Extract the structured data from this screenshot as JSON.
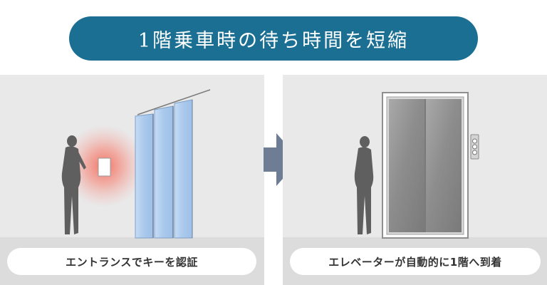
{
  "title": "1階乗車時の待ち時間を短縮",
  "steps": [
    {
      "caption": "エントランスでキーを認証"
    },
    {
      "caption": "エレベーターが自動的に1階へ到着"
    }
  ],
  "colors": {
    "title_bg": "#1a6f93",
    "panel_bg": "#e9e9ea",
    "arrow": "#6f7d94",
    "glow": "#f36b5c",
    "glass": "#a9c8ec",
    "silhouette": "#5f5f5f"
  },
  "icons": [
    "person-silhouette",
    "key-reader",
    "glass-door",
    "arrow-right",
    "elevator",
    "elevator-call-buttons"
  ]
}
